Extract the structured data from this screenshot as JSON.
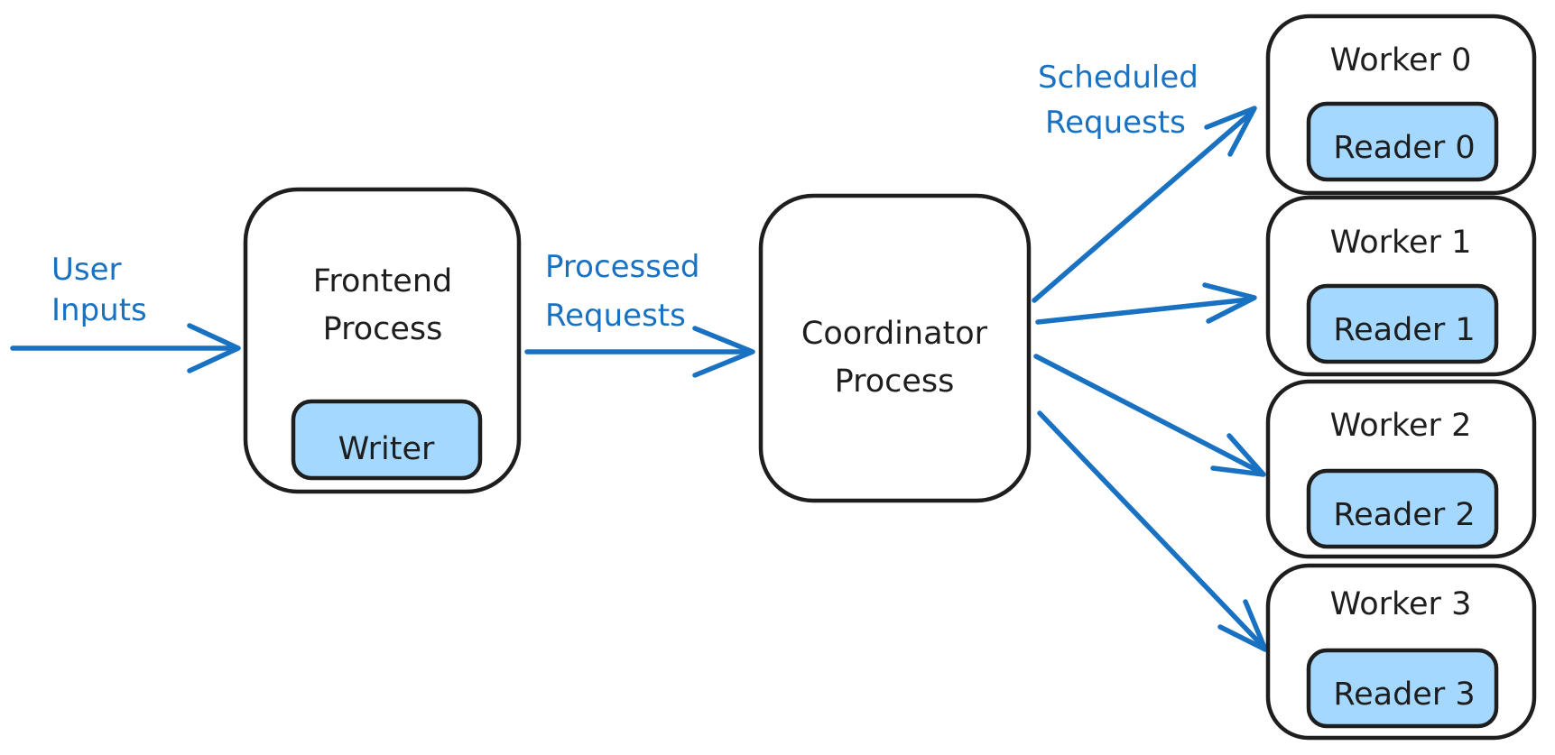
{
  "colors": {
    "canvas": "#ffffff",
    "ink": "#1e1e1e",
    "accent": "#1971c2",
    "node-fill": "#ffffff",
    "child-fill": "#a5d8ff"
  },
  "labels": {
    "user_inputs": {
      "line1": "User",
      "line2": "Inputs"
    },
    "processed_requests": {
      "line1": "Processed",
      "line2": "Requests"
    },
    "scheduled_requests": {
      "line1": "Scheduled",
      "line2": "Requests"
    }
  },
  "nodes": {
    "frontend": {
      "line1": "Frontend",
      "line2": "Process",
      "child": "Writer"
    },
    "coordinator": {
      "line1": "Coordinator",
      "line2": "Process"
    },
    "workers": [
      {
        "title": "Worker 0",
        "child": "Reader 0"
      },
      {
        "title": "Worker 1",
        "child": "Reader 1"
      },
      {
        "title": "Worker 2",
        "child": "Reader 2"
      },
      {
        "title": "Worker 3",
        "child": "Reader 3"
      }
    ]
  },
  "edges": [
    {
      "from": "external",
      "to": "Frontend Process",
      "label": "User Inputs"
    },
    {
      "from": "Frontend Process",
      "to": "Coordinator Process",
      "label": "Processed Requests"
    },
    {
      "from": "Coordinator Process",
      "to": "Worker 0",
      "label": "Scheduled Requests"
    },
    {
      "from": "Coordinator Process",
      "to": "Worker 1",
      "label": "Scheduled Requests"
    },
    {
      "from": "Coordinator Process",
      "to": "Worker 2",
      "label": "Scheduled Requests"
    },
    {
      "from": "Coordinator Process",
      "to": "Worker 3",
      "label": "Scheduled Requests"
    }
  ]
}
